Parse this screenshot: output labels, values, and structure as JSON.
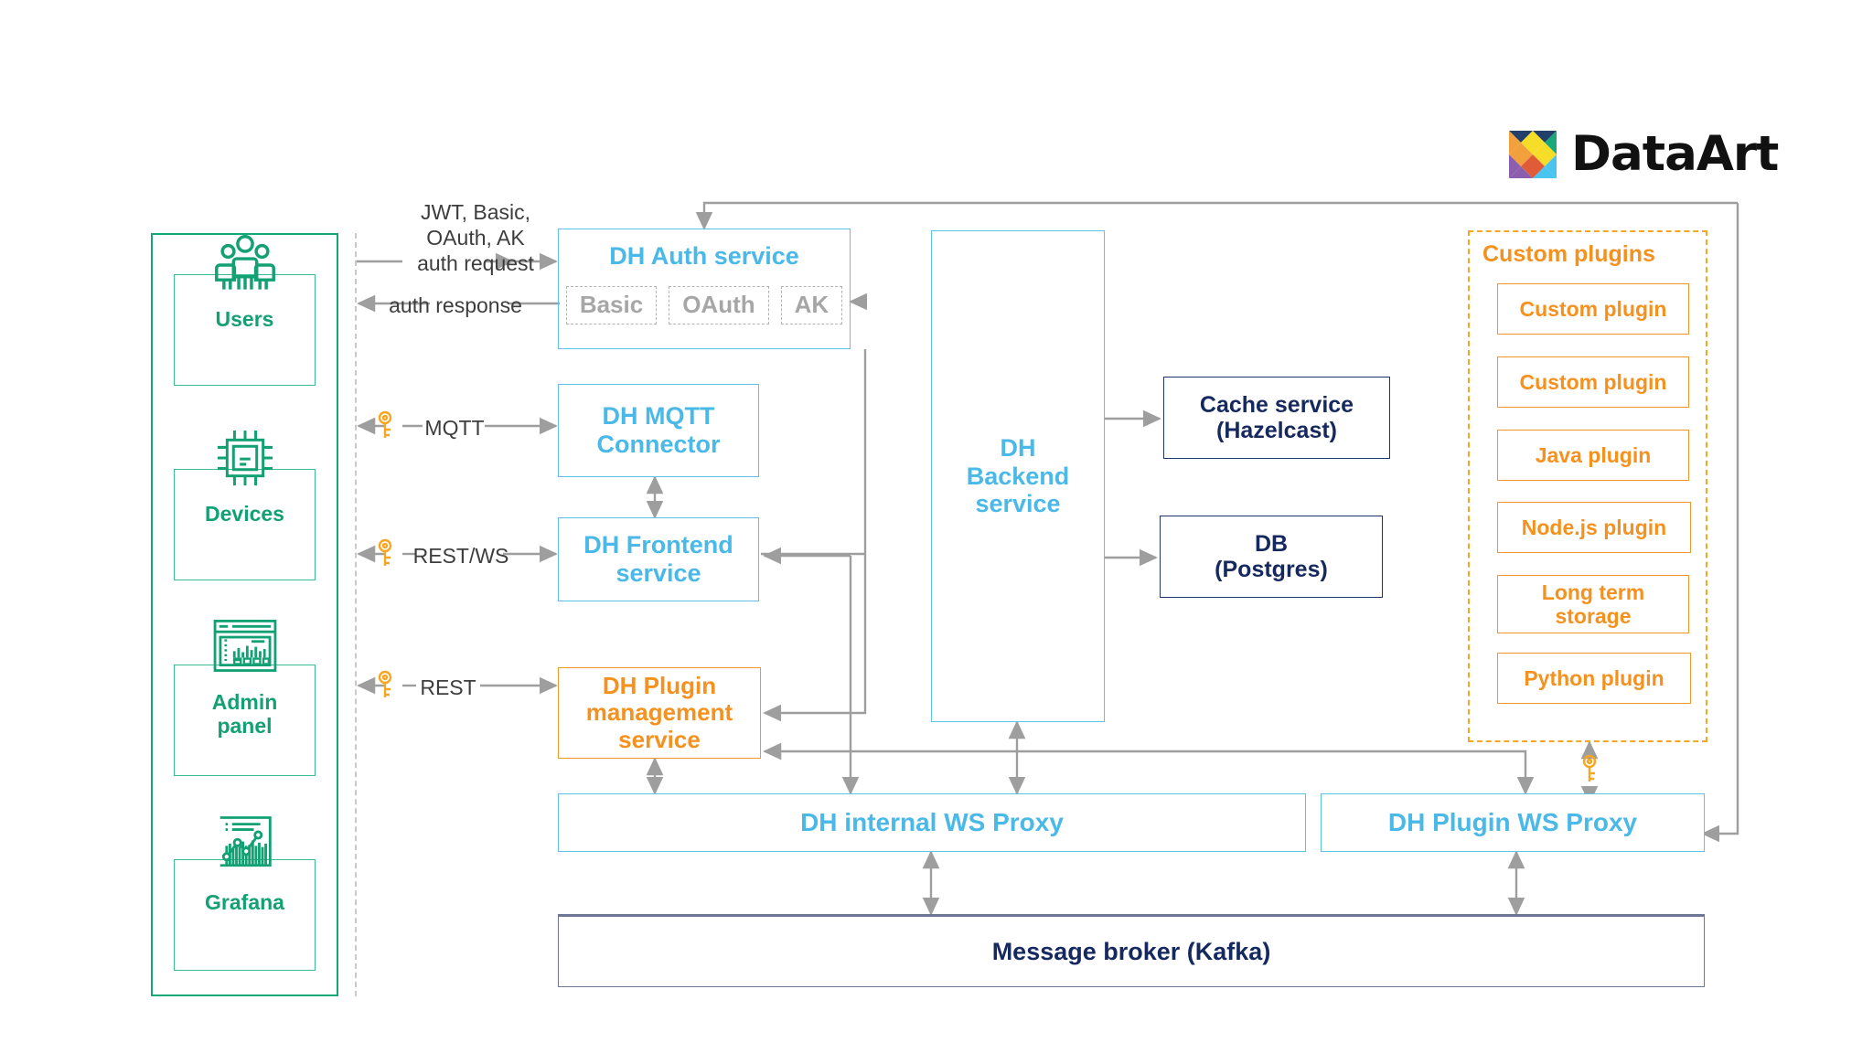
{
  "brand": {
    "name": "DataArt",
    "logo_icon": "dataart-logo-icon",
    "colors": {
      "navy": "#23406a",
      "orange": "#f2a03c",
      "green": "#1aa779",
      "yellow": "#f5dd28",
      "purple": "#8c5fae",
      "red": "#e05c38",
      "cyan": "#49c4ef"
    }
  },
  "theme": {
    "blue": "#4ab9e8",
    "orange": "#f5911e",
    "navy": "#16295e",
    "green": "#13a173",
    "gray_line": "#9e9e9e",
    "badge_gray": "#a6a6a6"
  },
  "clients": {
    "items": [
      {
        "label": "Users",
        "icon": "users-group-icon"
      },
      {
        "label": "Devices",
        "icon": "microchip-icon"
      },
      {
        "label": "Admin\npanel",
        "label_line1": "Admin",
        "label_line2": "panel",
        "icon": "dashboard-window-icon"
      },
      {
        "label": "Grafana",
        "icon": "chart-analytics-icon"
      }
    ]
  },
  "edges": {
    "auth_request": {
      "line1": "JWT, Basic,",
      "line2": "OAuth, AK",
      "line3": "auth request"
    },
    "auth_response": "auth response",
    "mqtt": "MQTT",
    "rest_ws": "REST/WS",
    "rest": "REST",
    "key_icon": "key-icon"
  },
  "services": {
    "auth": {
      "title": "DH Auth service",
      "badges": [
        "Basic",
        "OAuth",
        "AK"
      ]
    },
    "mqtt_connector": {
      "line1": "DH MQTT",
      "line2": "Connector"
    },
    "frontend": {
      "line1": "DH Frontend",
      "line2": "service"
    },
    "plugin_management": {
      "line1": "DH Plugin",
      "line2": "management",
      "line3": "service"
    },
    "backend": {
      "line1": "DH",
      "line2": "Backend",
      "line3": "service"
    },
    "cache": {
      "line1": "Cache service",
      "line2": "(Hazelcast)"
    },
    "db": {
      "line1": "DB",
      "line2": "(Postgres)"
    },
    "internal_ws_proxy": "DH internal WS Proxy",
    "plugin_ws_proxy": "DH Plugin WS Proxy",
    "message_broker": "Message broker (Kafka)"
  },
  "plugins": {
    "title": "Custom plugins",
    "items": [
      {
        "label": "Custom plugin"
      },
      {
        "label": "Custom plugin"
      },
      {
        "label": "Java plugin"
      },
      {
        "label": "Node.js plugin"
      },
      {
        "label_line1": "Long term",
        "label_line2": "storage",
        "label": "Long term storage"
      },
      {
        "label": "Python plugin"
      }
    ]
  }
}
